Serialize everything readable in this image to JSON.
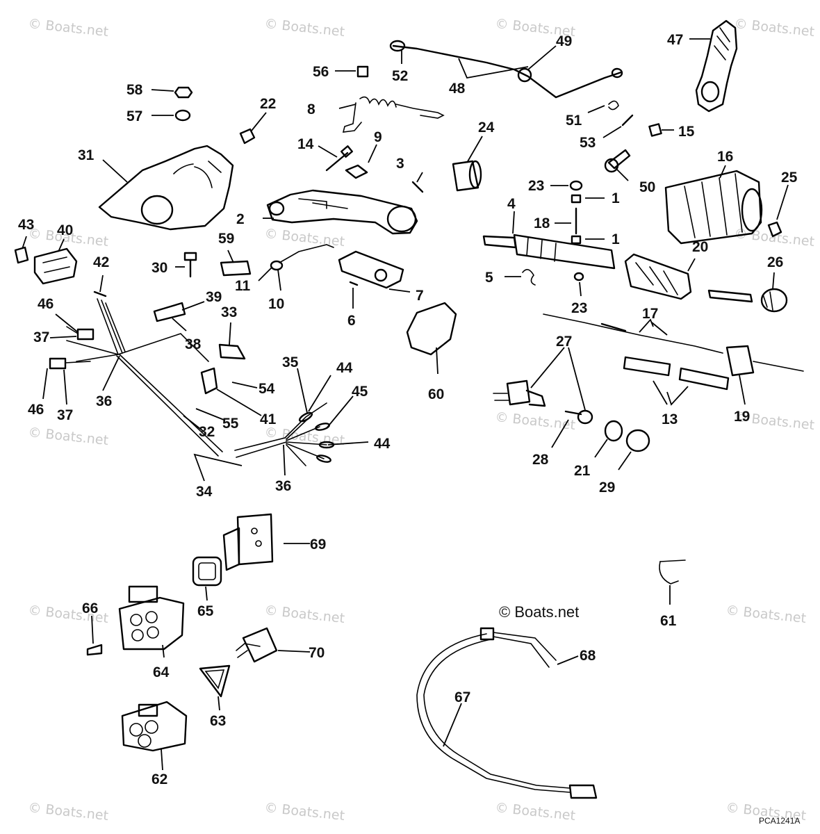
{
  "diagram": {
    "credit": "© Boats.net",
    "watermark": "© Boats.net",
    "figure_code": "PCA1241A",
    "callouts": [
      {
        "id": "c1a",
        "text": "1"
      },
      {
        "id": "c1b",
        "text": "1"
      },
      {
        "id": "c2",
        "text": "2"
      },
      {
        "id": "c3",
        "text": "3"
      },
      {
        "id": "c4",
        "text": "4"
      },
      {
        "id": "c5",
        "text": "5"
      },
      {
        "id": "c6",
        "text": "6"
      },
      {
        "id": "c7",
        "text": "7"
      },
      {
        "id": "c8",
        "text": "8"
      },
      {
        "id": "c9",
        "text": "9"
      },
      {
        "id": "c10",
        "text": "10"
      },
      {
        "id": "c11",
        "text": "11"
      },
      {
        "id": "c13",
        "text": "13"
      },
      {
        "id": "c14",
        "text": "14"
      },
      {
        "id": "c15",
        "text": "15"
      },
      {
        "id": "c16",
        "text": "16"
      },
      {
        "id": "c17",
        "text": "17"
      },
      {
        "id": "c18",
        "text": "18"
      },
      {
        "id": "c19",
        "text": "19"
      },
      {
        "id": "c20",
        "text": "20"
      },
      {
        "id": "c21",
        "text": "21"
      },
      {
        "id": "c22",
        "text": "22"
      },
      {
        "id": "c23a",
        "text": "23"
      },
      {
        "id": "c23b",
        "text": "23"
      },
      {
        "id": "c24",
        "text": "24"
      },
      {
        "id": "c25",
        "text": "25"
      },
      {
        "id": "c26",
        "text": "26"
      },
      {
        "id": "c27",
        "text": "27"
      },
      {
        "id": "c28",
        "text": "28"
      },
      {
        "id": "c29",
        "text": "29"
      },
      {
        "id": "c30",
        "text": "30"
      },
      {
        "id": "c31",
        "text": "31"
      },
      {
        "id": "c32",
        "text": "32"
      },
      {
        "id": "c33",
        "text": "33"
      },
      {
        "id": "c34",
        "text": "34"
      },
      {
        "id": "c35",
        "text": "35"
      },
      {
        "id": "c36a",
        "text": "36"
      },
      {
        "id": "c36b",
        "text": "36"
      },
      {
        "id": "c37a",
        "text": "37"
      },
      {
        "id": "c37b",
        "text": "37"
      },
      {
        "id": "c38",
        "text": "38"
      },
      {
        "id": "c39",
        "text": "39"
      },
      {
        "id": "c40",
        "text": "40"
      },
      {
        "id": "c41",
        "text": "41"
      },
      {
        "id": "c42",
        "text": "42"
      },
      {
        "id": "c43",
        "text": "43"
      },
      {
        "id": "c44a",
        "text": "44"
      },
      {
        "id": "c44b",
        "text": "44"
      },
      {
        "id": "c45",
        "text": "45"
      },
      {
        "id": "c46a",
        "text": "46"
      },
      {
        "id": "c46b",
        "text": "46"
      },
      {
        "id": "c47",
        "text": "47"
      },
      {
        "id": "c48",
        "text": "48"
      },
      {
        "id": "c49",
        "text": "49"
      },
      {
        "id": "c50",
        "text": "50"
      },
      {
        "id": "c51",
        "text": "51"
      },
      {
        "id": "c52",
        "text": "52"
      },
      {
        "id": "c53",
        "text": "53"
      },
      {
        "id": "c54",
        "text": "54"
      },
      {
        "id": "c55",
        "text": "55"
      },
      {
        "id": "c56",
        "text": "56"
      },
      {
        "id": "c57",
        "text": "57"
      },
      {
        "id": "c58",
        "text": "58"
      },
      {
        "id": "c59",
        "text": "59"
      },
      {
        "id": "c60",
        "text": "60"
      },
      {
        "id": "c61",
        "text": "61"
      },
      {
        "id": "c62",
        "text": "62"
      },
      {
        "id": "c63",
        "text": "63"
      },
      {
        "id": "c64",
        "text": "64"
      },
      {
        "id": "c65",
        "text": "65"
      },
      {
        "id": "c66",
        "text": "66"
      },
      {
        "id": "c67",
        "text": "67"
      },
      {
        "id": "c68",
        "text": "68"
      },
      {
        "id": "c69",
        "text": "69"
      },
      {
        "id": "c70",
        "text": "70"
      }
    ]
  }
}
